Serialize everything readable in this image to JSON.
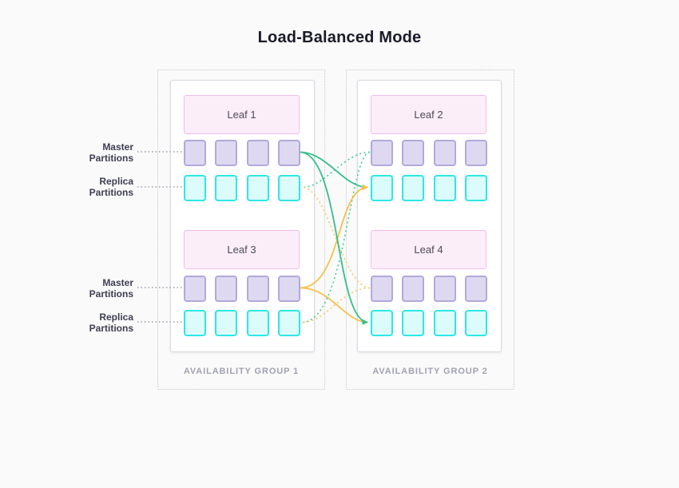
{
  "title": "Load-Balanced Mode",
  "row_labels": {
    "master": "Master Partitions",
    "replica": "Replica Partitions"
  },
  "groups": [
    {
      "label": "AVAILABILITY GROUP 1",
      "leaves": [
        {
          "name": "Leaf 1"
        },
        {
          "name": "Leaf 3"
        }
      ]
    },
    {
      "label": "AVAILABILITY GROUP 2",
      "leaves": [
        {
          "name": "Leaf 2"
        },
        {
          "name": "Leaf 4"
        }
      ]
    }
  ],
  "partitions_per_row": 4,
  "colors": {
    "solid_green": "#35bf8c",
    "dotted_green": "#41cb98",
    "solid_yellow": "#f7c04a",
    "dotted_yellow": "#f8c95f",
    "master_fill": "#ded9f0",
    "master_border": "#b2a8dc",
    "replica_fill": "#dcfcfb",
    "replica_border": "#2be8e5",
    "leaf_fill": "#fceef9",
    "leaf_border": "#f2bce9",
    "group_border": "#c9c9d2",
    "label_gray": "#a1a1b3"
  },
  "connections": [
    {
      "from": "leaf-1-master",
      "to": "leaf-2-replica",
      "style": "solid",
      "color": "green"
    },
    {
      "from": "leaf-1-master",
      "to": "leaf-4-replica",
      "style": "solid",
      "color": "green"
    },
    {
      "from": "leaf-3-master",
      "to": "leaf-2-replica",
      "style": "solid",
      "color": "yellow"
    },
    {
      "from": "leaf-3-master",
      "to": "leaf-4-replica",
      "style": "solid",
      "color": "yellow"
    },
    {
      "from": "leaf-2-master",
      "to": "leaf-1-replica",
      "style": "dotted",
      "color": "green"
    },
    {
      "from": "leaf-2-master",
      "to": "leaf-3-replica",
      "style": "dotted",
      "color": "green"
    },
    {
      "from": "leaf-4-master",
      "to": "leaf-1-replica",
      "style": "dotted",
      "color": "yellow"
    },
    {
      "from": "leaf-4-master",
      "to": "leaf-3-replica",
      "style": "dotted",
      "color": "yellow"
    }
  ]
}
